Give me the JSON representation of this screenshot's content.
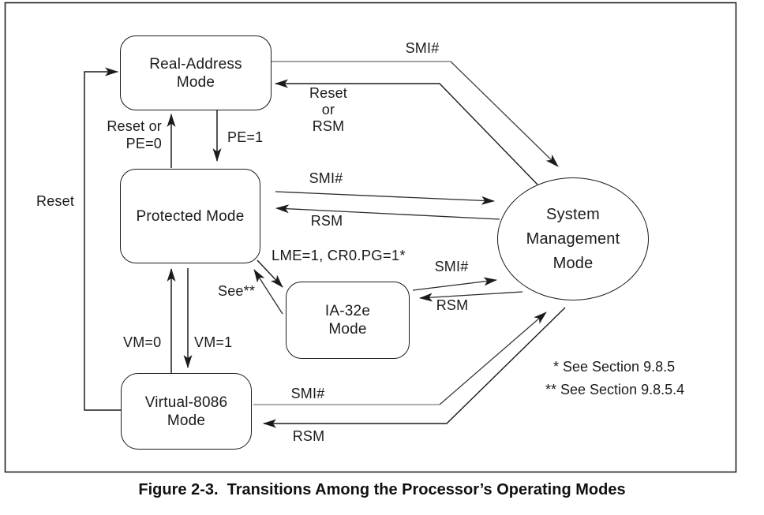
{
  "caption": "Figure 2-3.  Transitions Among the Processor’s Operating Modes",
  "nodes": {
    "real_address": {
      "line1": "Real-Address",
      "line2": "Mode"
    },
    "protected": {
      "label": "Protected Mode"
    },
    "ia32e": {
      "line1": "IA-32e",
      "line2": "Mode"
    },
    "virtual_8086": {
      "line1": "Virtual-8086",
      "line2": "Mode"
    },
    "smm": {
      "line1": "System",
      "line2": "Management",
      "line3": "Mode"
    }
  },
  "edges": {
    "real_to_smm": "SMI#",
    "smm_to_real": {
      "line1": "Reset",
      "line2": "or",
      "line3": "RSM"
    },
    "real_to_protected": "PE=1",
    "protected_to_real": {
      "line1": "Reset or",
      "line2": "PE=0"
    },
    "v86_to_real": "Reset",
    "protected_to_smm": "SMI#",
    "smm_to_protected": "RSM",
    "protected_to_ia32e": "LME=1, CR0.PG=1*",
    "ia32e_to_protected": "See**",
    "ia32e_to_smm": "SMI#",
    "smm_to_ia32e": "RSM",
    "v86_to_protected": "VM=0",
    "protected_to_v86": "VM=1",
    "v86_to_smm": "SMI#",
    "smm_to_v86": "RSM"
  },
  "notes": {
    "note1": "* See Section 9.8.5",
    "note2": "** See Section 9.8.5.4"
  },
  "colors": {
    "ink": "#1b1b1b",
    "gray_line": "#a3a3a3",
    "background": "#ffffff"
  }
}
